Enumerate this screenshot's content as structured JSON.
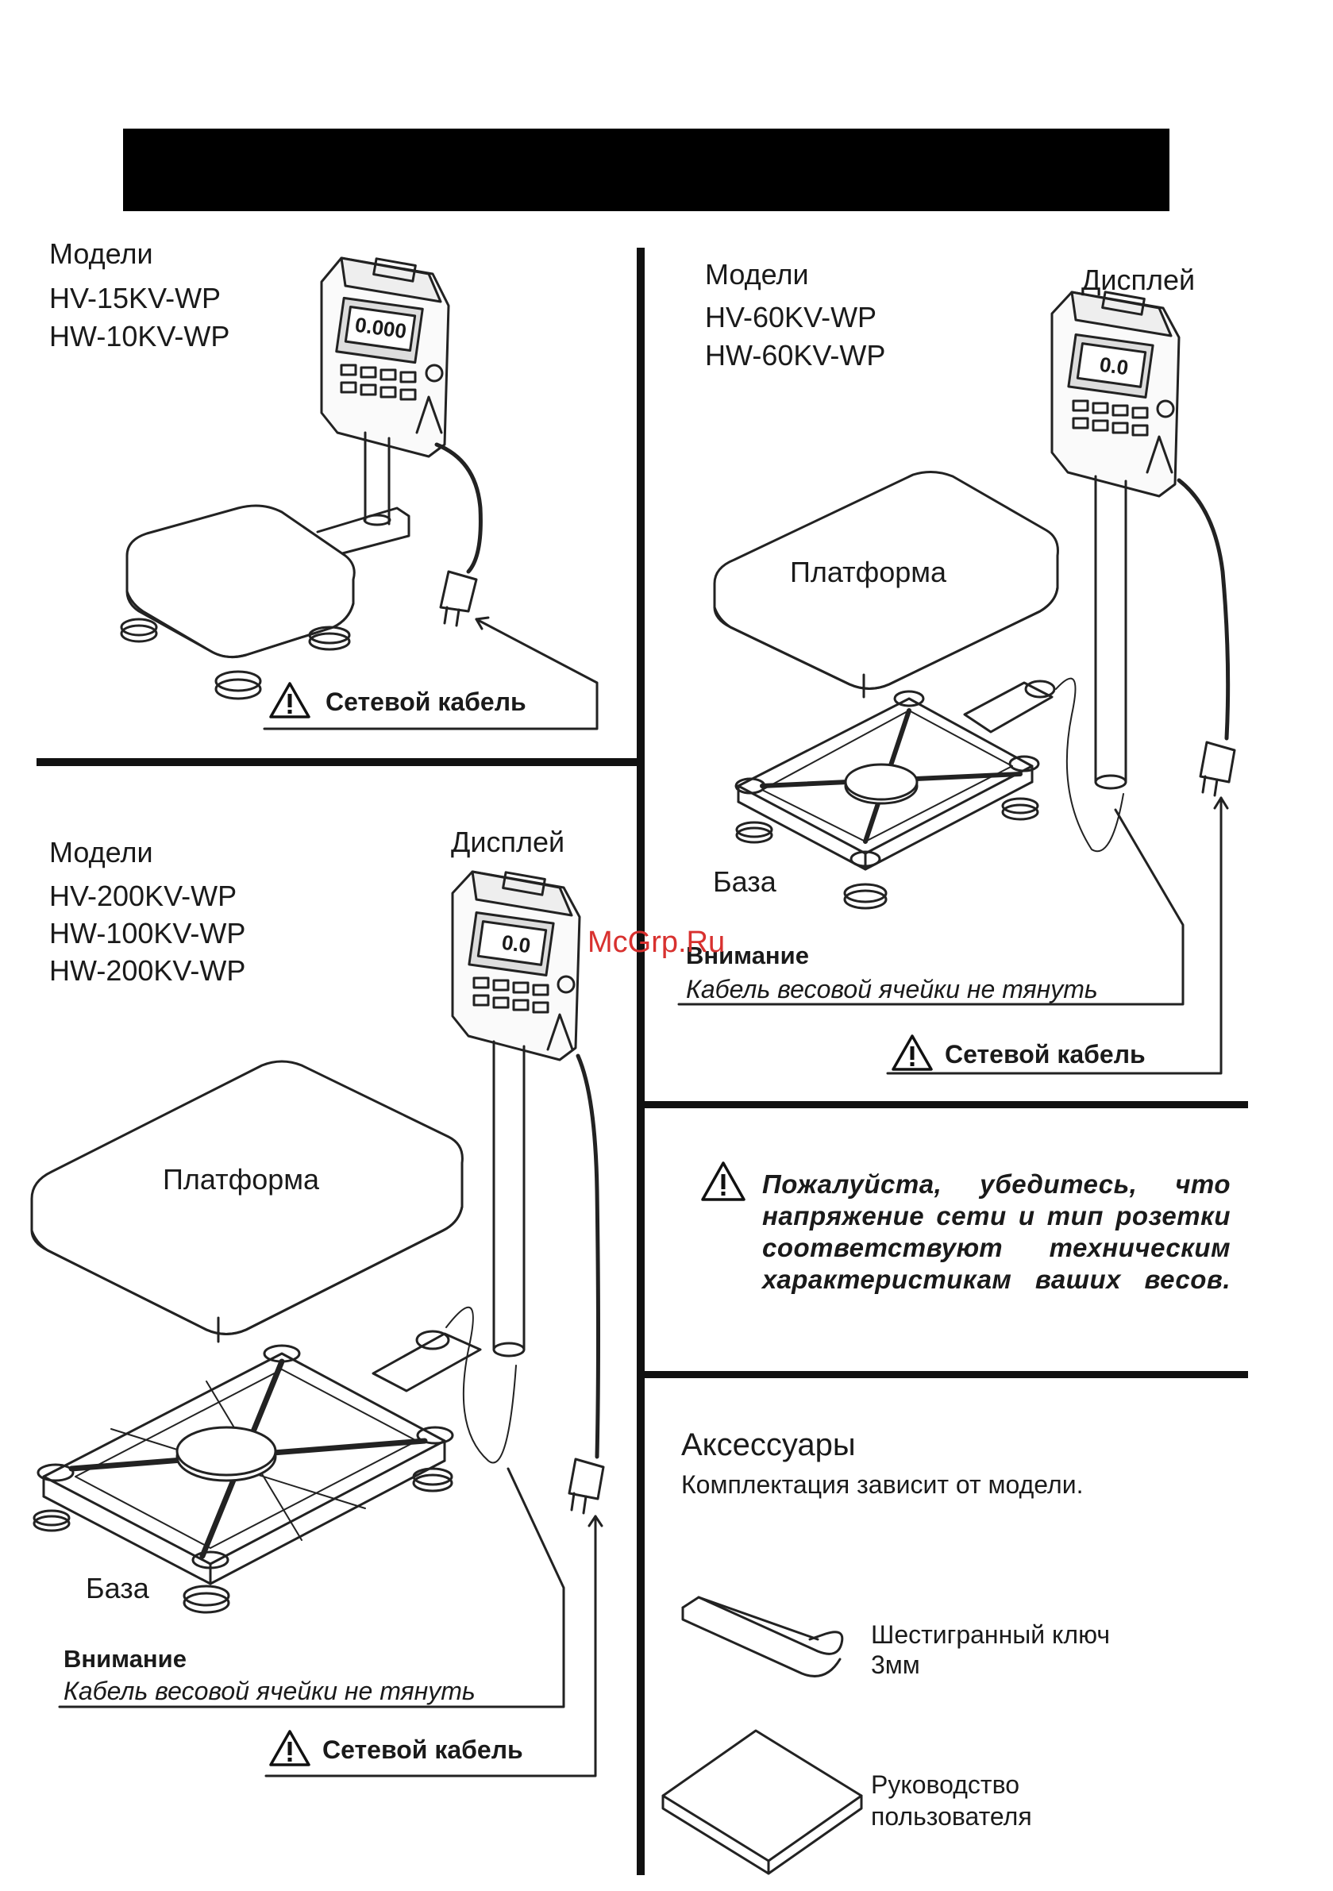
{
  "header_bar": {
    "color": "#000000"
  },
  "watermark": {
    "text": "McGrp.Ru",
    "color": "#d8312f"
  },
  "panel_15kv": {
    "models_label": "Модели",
    "models": [
      "HV-15KV-WP",
      "HW-10KV-WP"
    ],
    "display_reading": "0.000",
    "power_cable": "Сетевой кабель"
  },
  "panel_60kv": {
    "models_label": "Модели",
    "models": [
      "HV-60KV-WP",
      "HW-60KV-WP"
    ],
    "display_label": "Дисплей",
    "display_reading": "0.0",
    "platform_label": "Платформа",
    "base_label": "База",
    "attention_title": "Внимание",
    "attention_text": "Кабель весовой ячейки не тянуть",
    "power_cable": "Сетевой кабель"
  },
  "panel_200kv": {
    "models_label": "Модели",
    "models": [
      "HV-200KV-WP",
      "HW-100KV-WP",
      "HW-200KV-WP"
    ],
    "display_label": "Дисплей",
    "display_reading": "0.0",
    "platform_label": "Платформа",
    "base_label": "База",
    "attention_title": "Внимание",
    "attention_text": "Кабель весовой ячейки не тянуть",
    "power_cable": "Сетевой кабель"
  },
  "voltage_warning": {
    "lines": [
      "Пожалуйста, убедитесь, что",
      "напряжение сети и тип розетки",
      "соответствуют техническим",
      "характеристикам ваших весов."
    ]
  },
  "accessories": {
    "title": "Аксессуары",
    "subtitle": "Комплектация зависит от модели.",
    "items": [
      {
        "icon": "hex-key-icon",
        "label_lines": [
          "Шестигранный ключ",
          "3мм"
        ]
      },
      {
        "icon": "manual-icon",
        "label_lines": [
          "Руководство",
          "пользователя"
        ]
      }
    ]
  }
}
